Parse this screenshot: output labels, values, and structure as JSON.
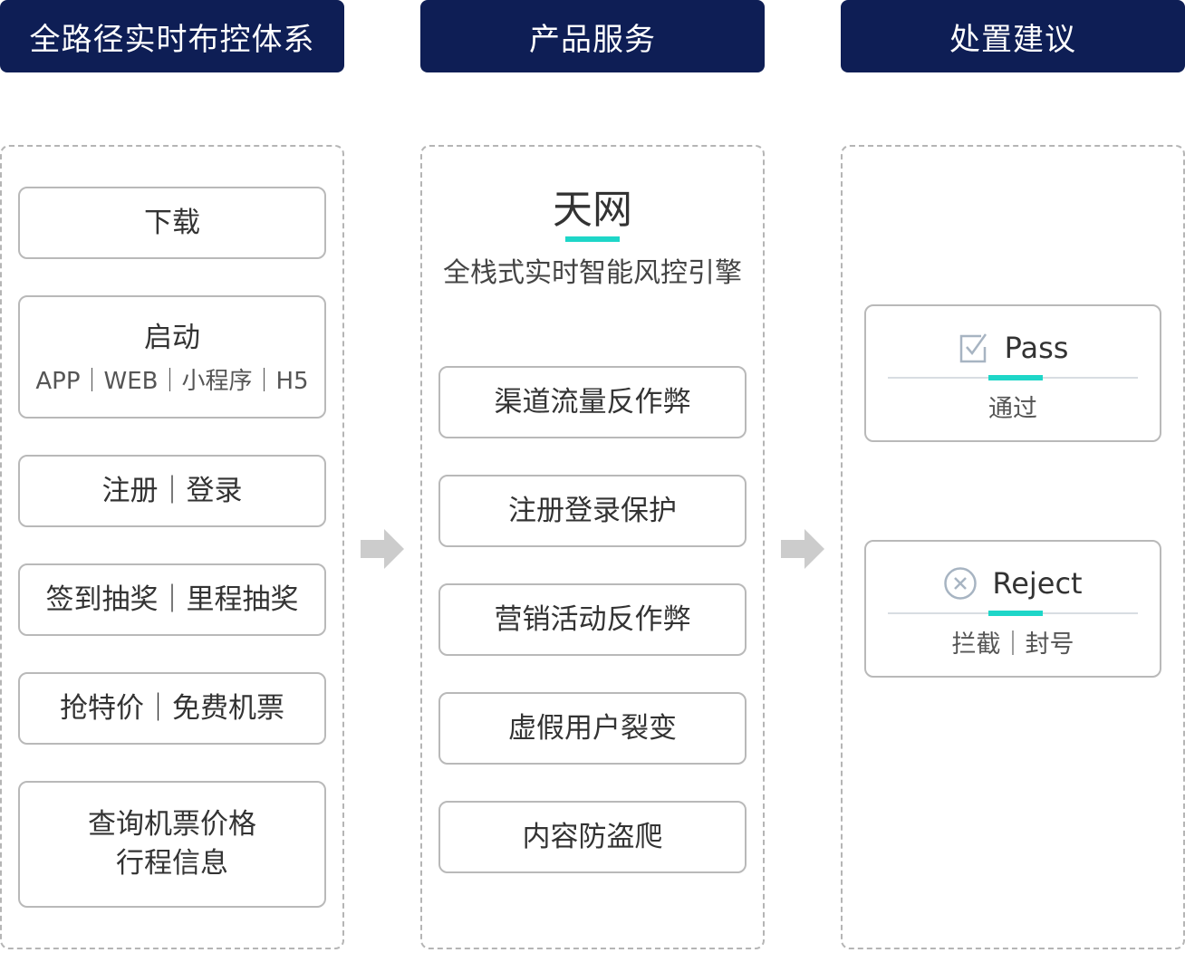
{
  "headers": {
    "left": "全路径实时布控体系",
    "middle": "产品服务",
    "right": "处置建议"
  },
  "scenarios": [
    {
      "label": "下载"
    },
    {
      "label": "启动",
      "sub": "APP｜WEB｜小程序｜H5"
    },
    {
      "label": "注册｜登录"
    },
    {
      "label": "签到抽奖｜里程抽奖"
    },
    {
      "label": "抢特价｜免费机票"
    },
    {
      "label": "查询机票价格\n行程信息"
    }
  ],
  "product": {
    "name": "天网",
    "tagline": "全栈式实时智能风控引擎",
    "services": [
      "渠道流量反作弊",
      "注册登录保护",
      "营销活动反作弊",
      "虚假用户裂变",
      "内容防盗爬"
    ]
  },
  "results": {
    "pass": {
      "label": "Pass",
      "sub": "通过",
      "icon": "checkbox-check-icon"
    },
    "reject": {
      "label": "Reject",
      "sub": "拦截｜封号",
      "icon": "circle-x-icon"
    }
  },
  "colors": {
    "header_bg": "#0e1e55",
    "accent": "#1ed6c8",
    "arrow": "#cccccc",
    "border": "#b9b9b9",
    "icon": "#a7b4c2"
  }
}
